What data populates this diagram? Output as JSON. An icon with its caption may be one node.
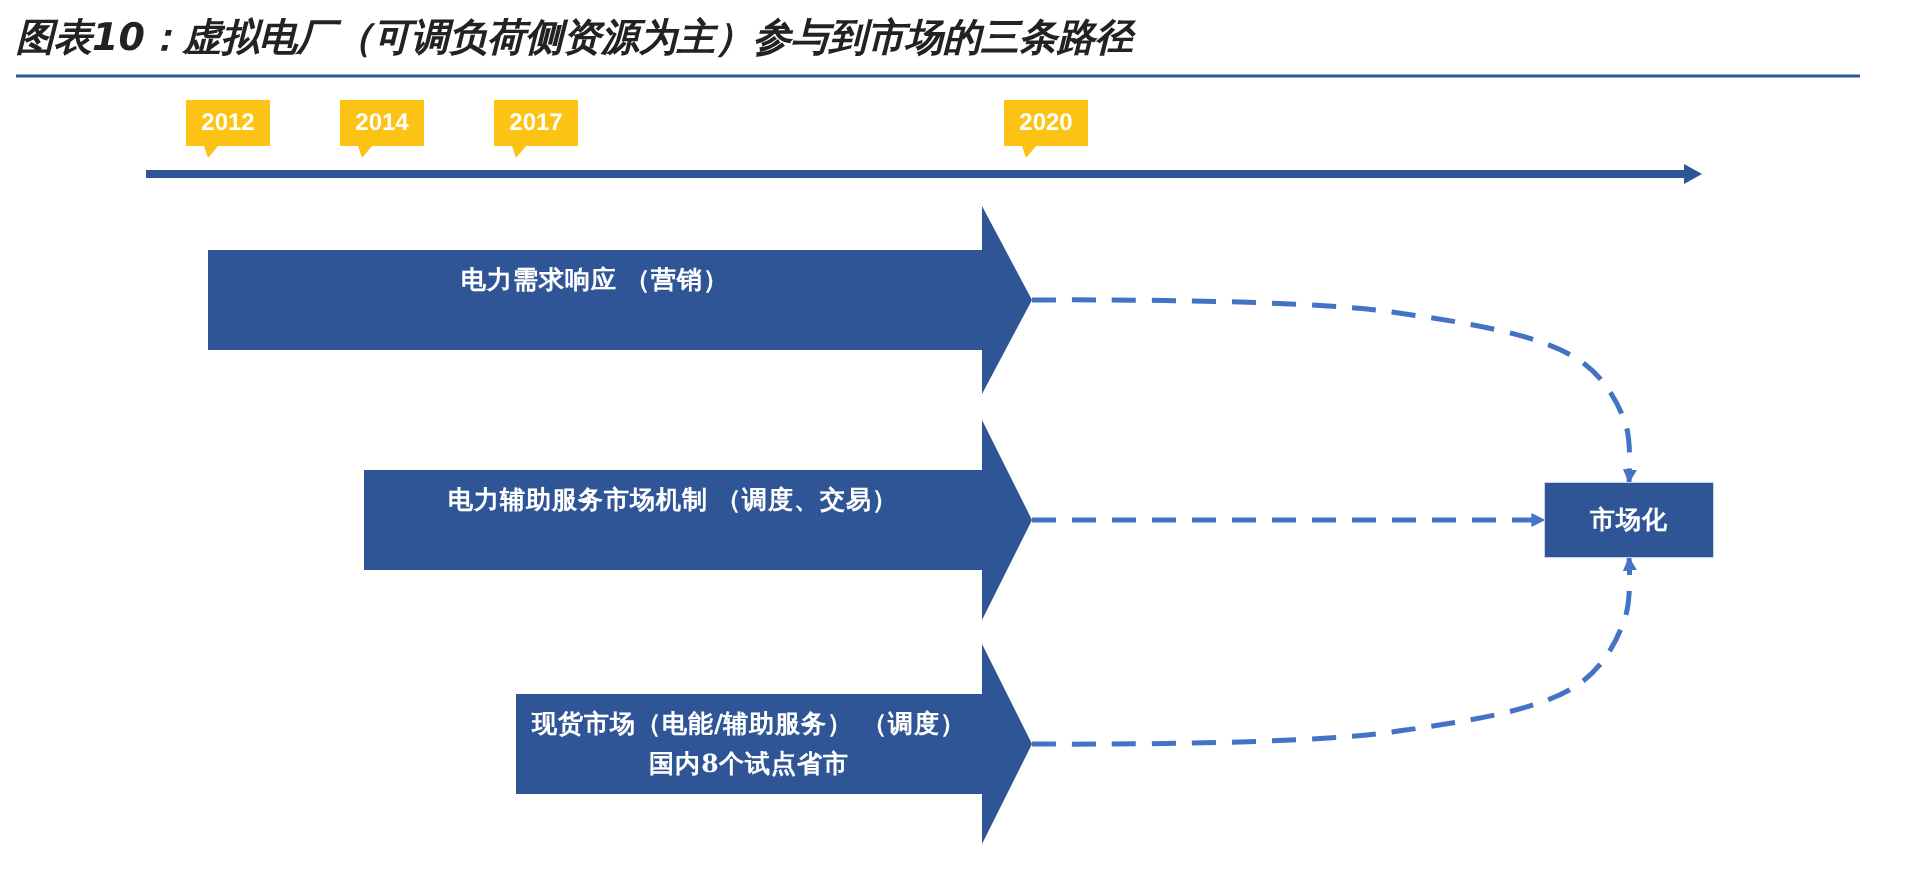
{
  "diagram": {
    "title": "图表10：虚拟电厂（可调负荷侧资源为主）参与到市场的三条路径",
    "nodes": [
      {
        "text": [
          "电力需求响应 （营销）"
        ]
      },
      {
        "text": [
          "电力辅助服务市场机制 （调度、交易）"
        ]
      },
      {
        "text": [
          "现货市场（电能/辅助服务） （调度）国内8个试点省市"
        ]
      },
      {
        "text": [
          "市场化"
        ]
      }
    ],
    "edges": [
      {
        "from": 0,
        "to": 3,
        "arrow": "to",
        "style": "dashed"
      },
      {
        "from": 1,
        "to": 3,
        "arrow": "to",
        "style": "dashed"
      },
      {
        "from": 2,
        "to": 3,
        "arrow": "to",
        "style": "dashed"
      }
    ],
    "labels": [
      "2012",
      "2014",
      "2017",
      "2020"
    ]
  }
}
